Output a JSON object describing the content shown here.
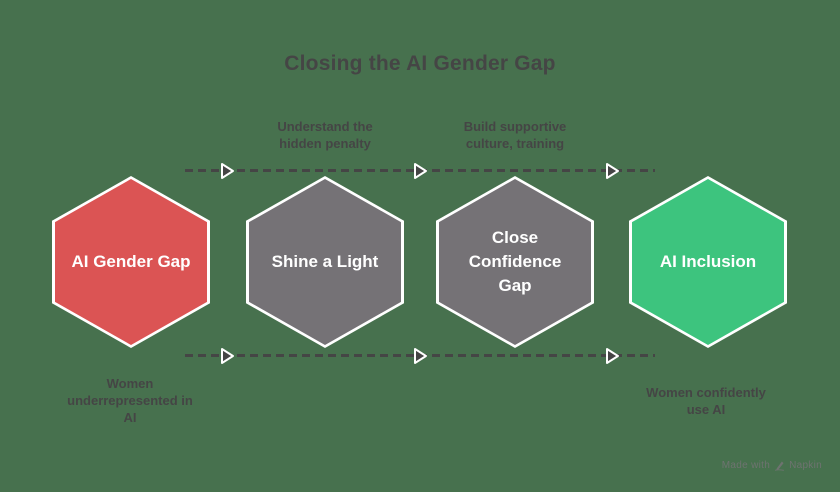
{
  "title": "Closing the AI Gender Gap",
  "colors": {
    "background": "#47714E",
    "text": "#454545",
    "hex_border": "#FFFFFF",
    "connector": "#454545"
  },
  "flow": {
    "steps": [
      {
        "label": "AI Gender Gap",
        "color": "#DB5454"
      },
      {
        "label": "Shine a Light",
        "color": "#757276"
      },
      {
        "label": "Close Confidence Gap",
        "color": "#757276"
      },
      {
        "label": "AI Inclusion",
        "color": "#3DC47E"
      }
    ],
    "top_labels": [
      {
        "lines": [
          "Understand the",
          "hidden penalty"
        ]
      },
      {
        "lines": [
          "Build supportive",
          "culture, training"
        ]
      }
    ],
    "bottom_labels": [
      {
        "lines": [
          "Women",
          "underrepresented in",
          "AI"
        ]
      },
      {
        "lines": [
          "Women confidently",
          "use AI"
        ]
      }
    ]
  },
  "watermark": {
    "prefix": "Made with",
    "brand": "Napkin",
    "icon": "pen-icon"
  }
}
